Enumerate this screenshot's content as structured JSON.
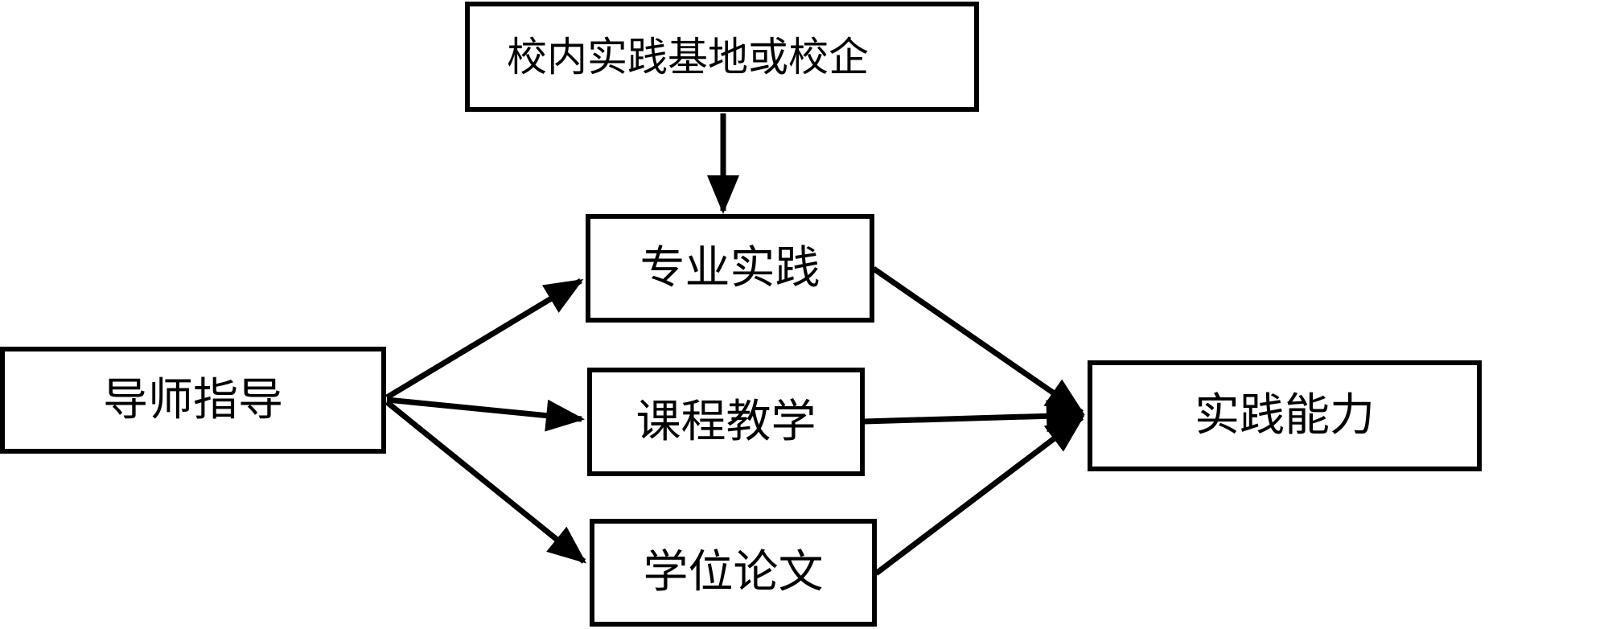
{
  "diagram": {
    "background_color": "#ffffff",
    "stroke_color": "#000000",
    "nodes": {
      "practice_base": {
        "label": "校内实践基地或校企"
      },
      "mentor_guidance": {
        "label": "导师指导"
      },
      "professional_practice": {
        "label": "专业实践"
      },
      "course_teaching": {
        "label": "课程教学"
      },
      "degree_thesis": {
        "label": "学位论文"
      },
      "practical_ability": {
        "label": "实践能力"
      }
    },
    "edges": [
      {
        "from": "校内实践基地或校企",
        "to": "专业实践"
      },
      {
        "from": "导师指导",
        "to": "专业实践"
      },
      {
        "from": "导师指导",
        "to": "课程教学"
      },
      {
        "from": "导师指导",
        "to": "学位论文"
      },
      {
        "from": "专业实践",
        "to": "实践能力"
      },
      {
        "from": "课程教学",
        "to": "实践能力"
      },
      {
        "from": "学位论文",
        "to": "实践能力"
      }
    ]
  }
}
